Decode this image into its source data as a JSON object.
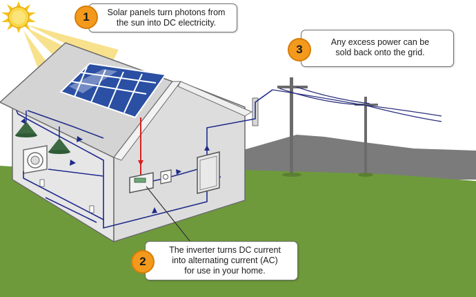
{
  "colors": {
    "sky": "#ffffff",
    "ground": "#6e9a3c",
    "mountain": "#7b7b7b",
    "house_wall": "#e6e6e6",
    "roof": "#d9d9d9",
    "wire_dc": "#d61f1f",
    "wire_ac": "#1f2a8a",
    "panel": "#2a4fa3",
    "sun": "#f7c21a",
    "badge": "#f39a1d"
  },
  "callouts": [
    {
      "number": "1",
      "text": "Solar panels turn photons from\nthe sun into DC electricity."
    },
    {
      "number": "2",
      "text": "The inverter turns DC current\ninto alternating current (AC)\nfor use in your home."
    },
    {
      "number": "3",
      "text": "Any excess power can be\nsold back onto the grid."
    }
  ],
  "icons": {
    "sun": "sun-icon",
    "solar_panel": "solar-panel-icon",
    "inverter": "inverter-icon",
    "meter": "electric-meter-icon",
    "breaker": "breaker-panel-icon",
    "washer": "washing-machine-icon",
    "lamp": "ceiling-lamp-icon",
    "pole": "utility-pole-icon"
  }
}
